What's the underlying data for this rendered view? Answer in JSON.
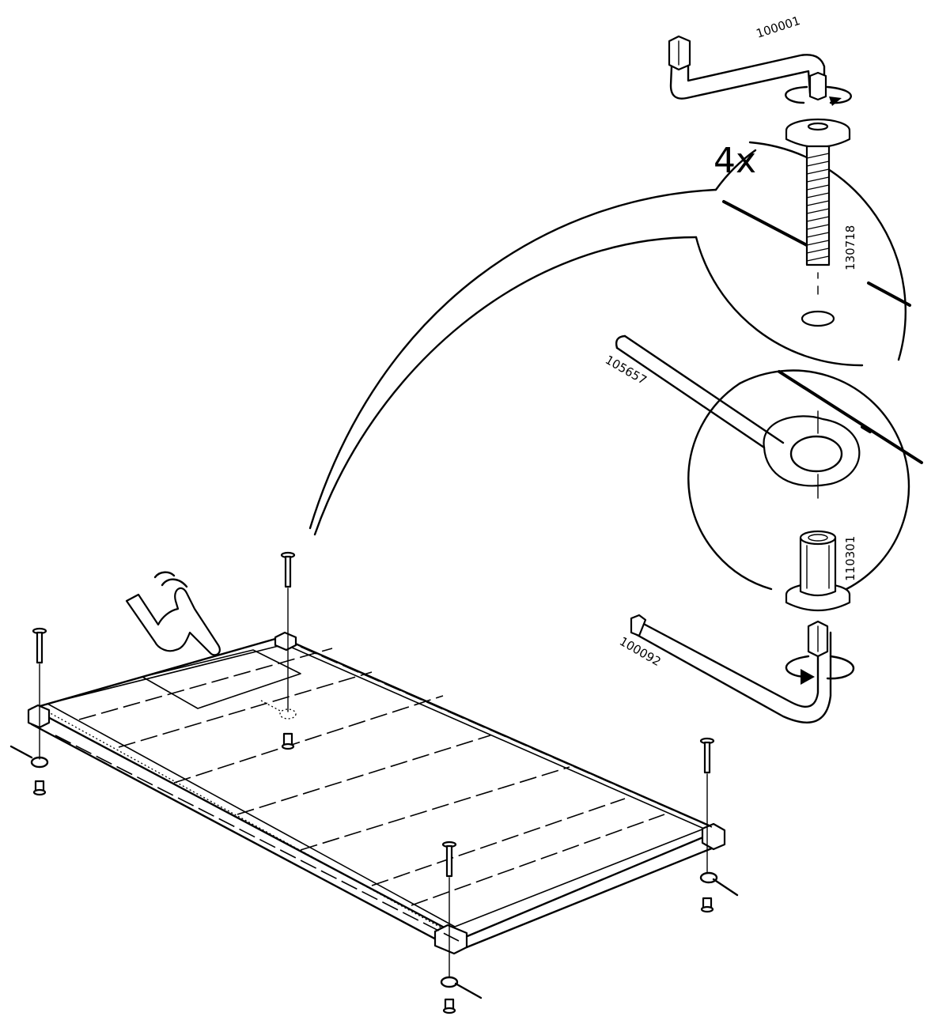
{
  "quantity": "4x",
  "parts": {
    "hex_key_top": "100001",
    "bolt": "130718",
    "spanner": "105657",
    "barrel_nut": "110301",
    "hex_key_bottom": "100092"
  },
  "icons": [
    "pointing-hand-icon",
    "rotate-clockwise-icon"
  ]
}
